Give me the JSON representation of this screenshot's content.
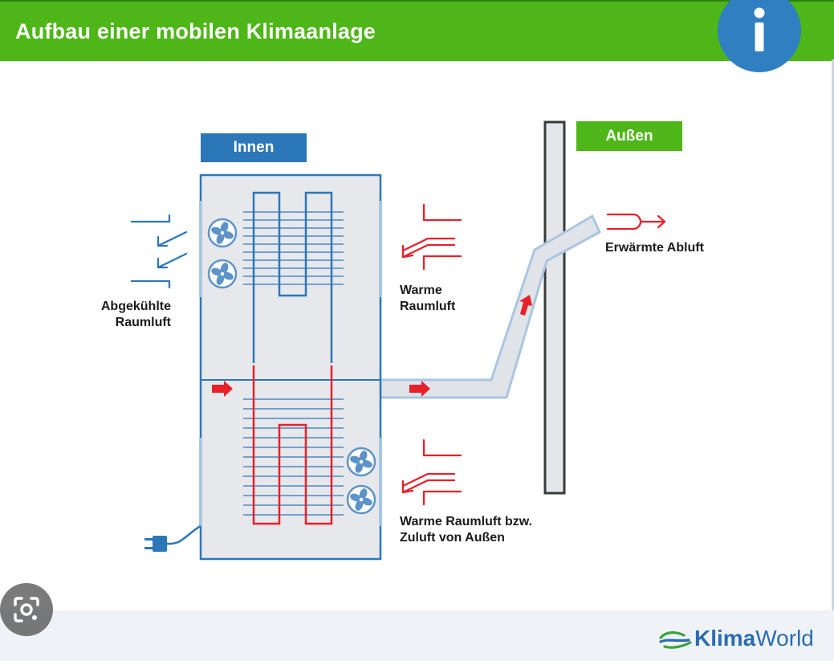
{
  "header": {
    "title": "Aufbau einer mobilen Klimaanlage",
    "info_icon": "info-icon",
    "info_glyph": "i"
  },
  "diagram": {
    "label_inside": "Innen",
    "label_outside": "Außen",
    "label_cooled_air": "Abgekühlte\nRaumluft",
    "label_warm_air": "Warme\nRaumluft",
    "label_exhaust": "Erwärmte Abluft",
    "label_warm_or_supply": "Warme Raumluft bzw.\nZuluft von Außen"
  },
  "footer": {
    "brand_bold": "Klima",
    "brand_regular": "World",
    "brand_icon": "klimaworld-logo-icon"
  },
  "overlay": {
    "lens_icon": "google-lens-icon"
  },
  "colors": {
    "header_green": "#4eb618",
    "info_blue": "#2f7fc1",
    "cold_blue": "#2c77b8",
    "hot_red": "#e8202a",
    "unit_fill": "#e6e8eb",
    "hose_fill": "#e0e3e7",
    "hose_outline": "#a9c6e3",
    "footer_bg": "#eff3f7"
  }
}
